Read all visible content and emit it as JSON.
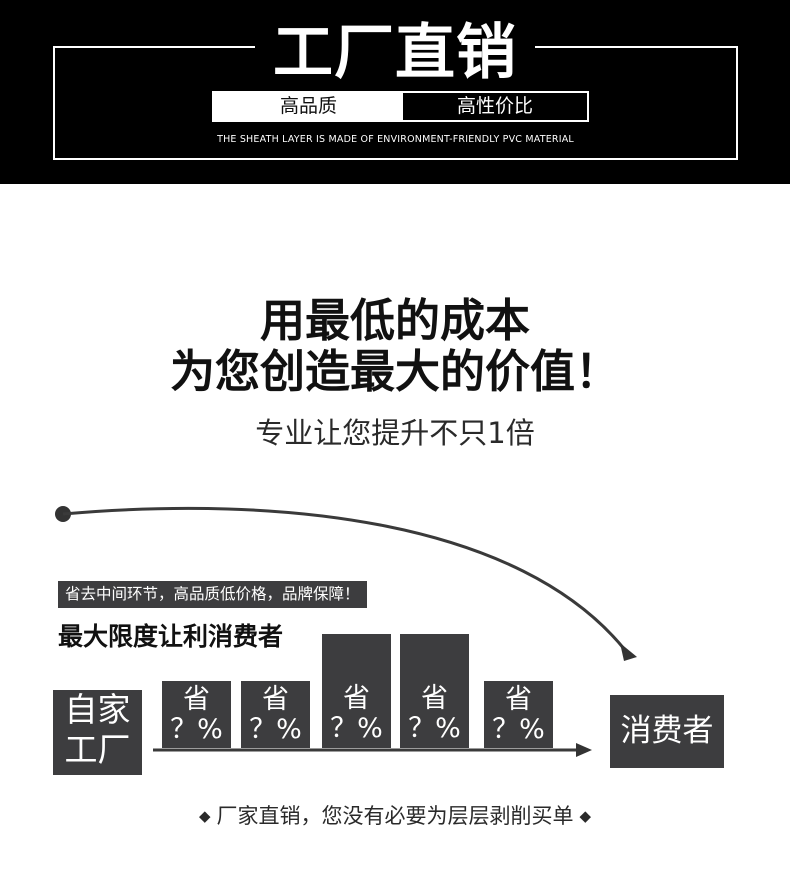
{
  "header": {
    "title": "工厂直销",
    "badge_left": "高品质",
    "badge_right": "高性价比",
    "subtitle": "THE SHEATH LAYER IS MADE OF ENVIRONMENT-FRIENDLY PVC MATERIAL"
  },
  "headline": {
    "line1": "用最低的成本",
    "line2": "为您创造最大的价值！",
    "subline": "专业让您提升不只1倍"
  },
  "diagram": {
    "tag": "省去中间环节，高品质低价格，品牌保障！",
    "max_text": "最大限度让利消费者",
    "source_line1": "自家",
    "source_line2": "工厂",
    "destination": "消费者",
    "bars": [
      {
        "label": "省",
        "value": "？%"
      },
      {
        "label": "省",
        "value": "？%"
      },
      {
        "label": "省",
        "value": "？%"
      },
      {
        "label": "省",
        "value": "？%"
      },
      {
        "label": "省",
        "value": "？%"
      }
    ]
  },
  "footer": {
    "text": "厂家直销，您没有必要为层层剥削买单",
    "bullet": "◆"
  },
  "colors": {
    "header_bg": "#000000",
    "box_fill": "#3d3d3f",
    "text": "#111111"
  }
}
